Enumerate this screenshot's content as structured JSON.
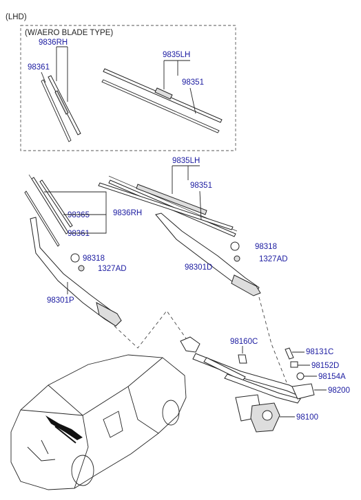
{
  "header": {
    "region": "(LHD)",
    "variant": "(W/AERO BLADE TYPE)"
  },
  "aero_box": {
    "rh_assy": "9836RH",
    "rh_refill": "98361",
    "lh_assy": "9835LH",
    "lh_refill": "98351"
  },
  "parts": {
    "lh_assy": "9835LH",
    "lh_refill": "98351",
    "rh_refill_a": "98365",
    "rh_assy": "9836RH",
    "rh_refill_b": "98361",
    "cap_rh": "98318",
    "nut_rh": "1327AD",
    "arm_rh": "98301P",
    "cap_lh": "98318",
    "nut_lh": "1327AD",
    "arm_lh": "98301D",
    "bracket": "98160C",
    "bolt": "98131C",
    "bushing": "98152D",
    "washer": "98154A",
    "linkage": "98200",
    "motor": "98100"
  }
}
